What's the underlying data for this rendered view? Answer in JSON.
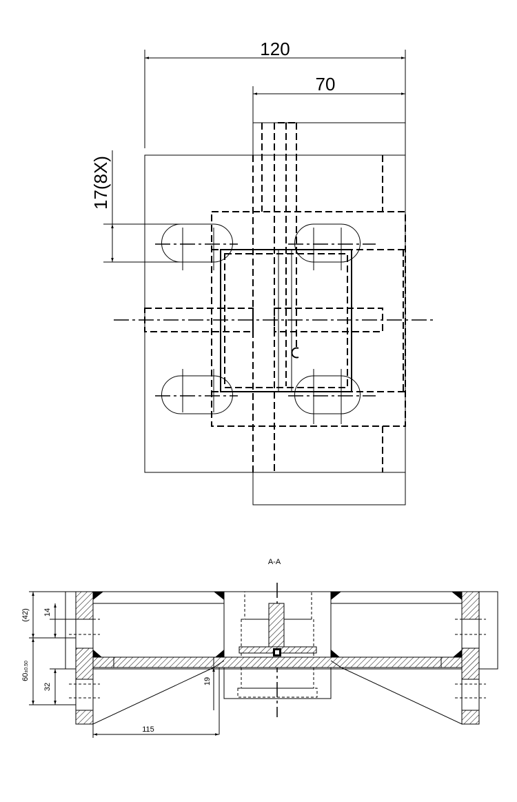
{
  "top_view": {
    "dim_overall_width": "120",
    "dim_right_width": "70",
    "dim_slot": "17(8X)"
  },
  "section_view": {
    "title": "A-A",
    "dim_42": "(42)",
    "dim_14": "14",
    "dim_60": "60",
    "dim_60_tol": "±0.50",
    "dim_32": "32",
    "dim_19": "19",
    "dim_115": "115"
  }
}
